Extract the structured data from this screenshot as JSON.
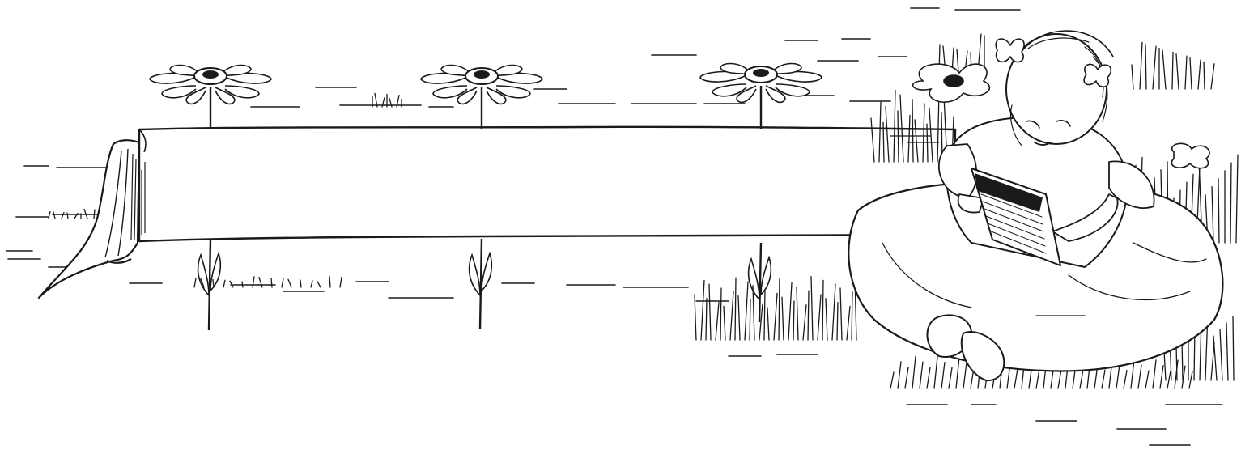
{
  "illustration": {
    "kind": "line-art engraving",
    "ink_color": "#1a1a1a",
    "paper_color": "#ffffff",
    "banner_text": "",
    "flower_count": 4,
    "subjects": [
      "ribbon-banner",
      "daisy-flower",
      "seated-baby",
      "picture-book",
      "meadow-grass"
    ]
  }
}
